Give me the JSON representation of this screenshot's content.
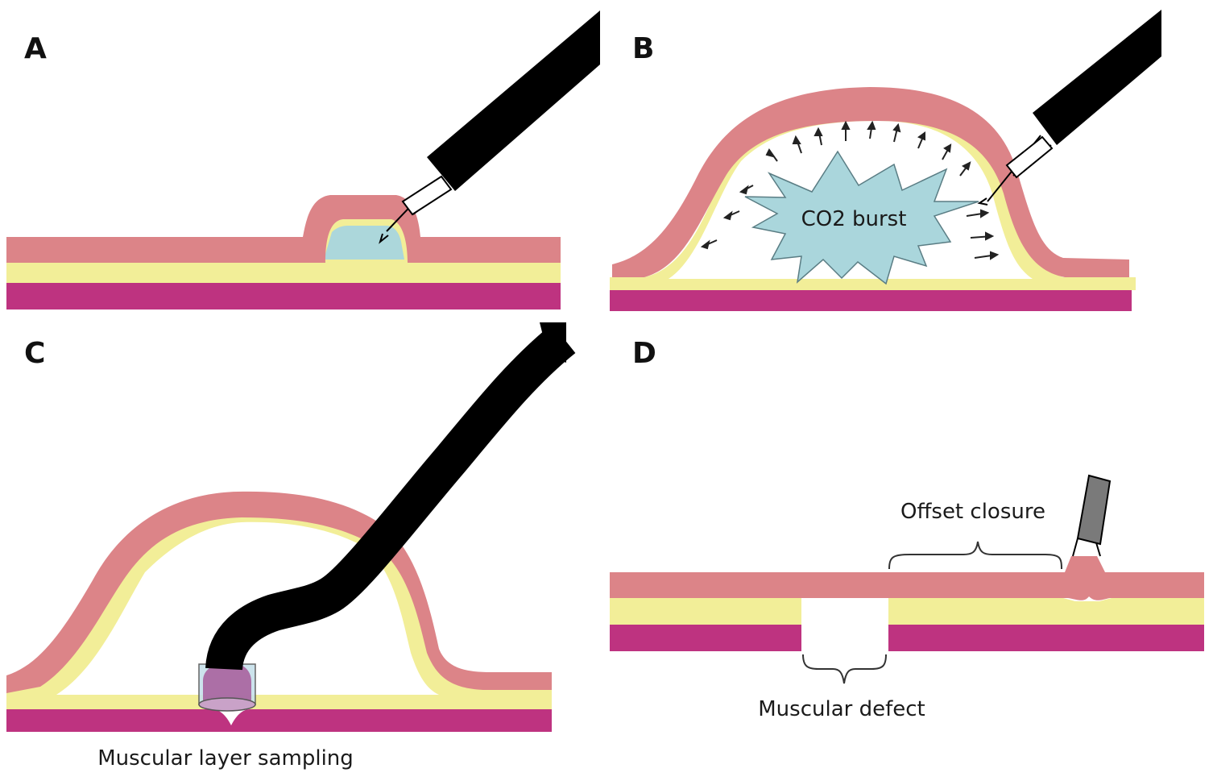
{
  "panels": [
    {
      "letter": "A"
    },
    {
      "letter": "B",
      "annotation": "CO2 burst"
    },
    {
      "letter": "C",
      "caption": "Muscular layer sampling"
    },
    {
      "letter": "D",
      "top_label": "Offset closure",
      "bottom_label": "Muscular defect"
    }
  ],
  "colors": {
    "mucosa": "#dc8488",
    "submucosa": "#f2ee98",
    "muscularis": "#be3380",
    "injection_fluid": "#acd7db",
    "co2_burst": "#aad6dc",
    "scope": "#000000",
    "clip": "#7a7a7a",
    "sampling_cap": "#c7e1ea",
    "sampled_tissue": "#a65a9a"
  },
  "icons": [
    "needle-injector-icon",
    "endoscope-icon",
    "clip-icon",
    "brace-icon",
    "arrow-icon"
  ]
}
